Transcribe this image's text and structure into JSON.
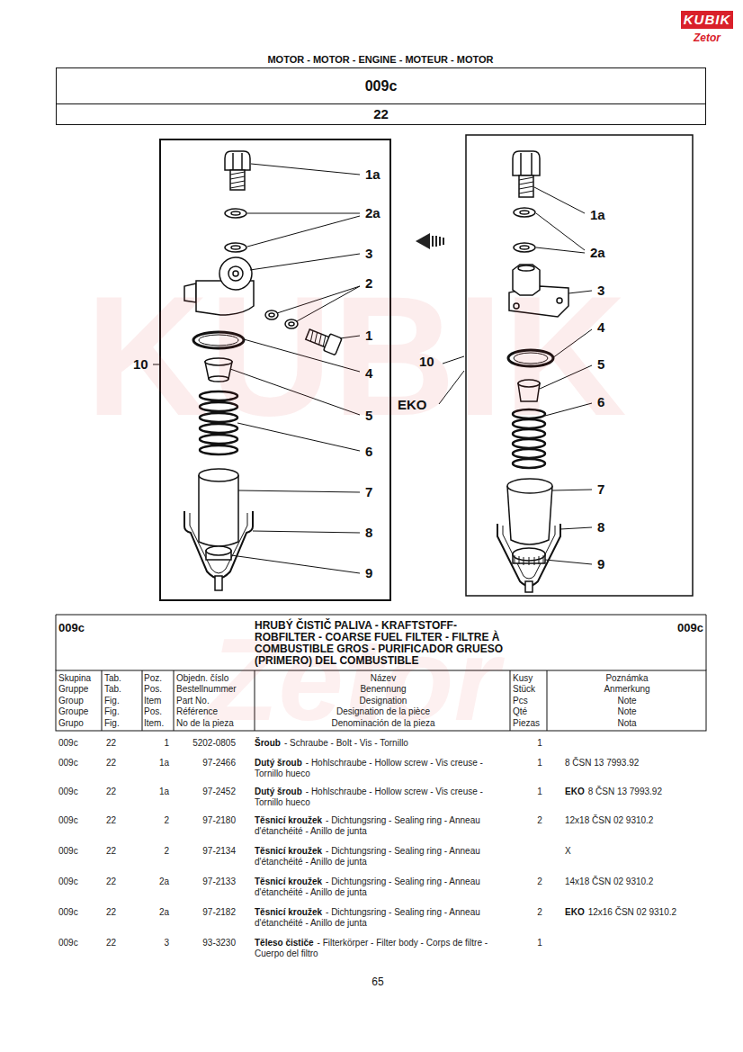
{
  "diagram": {
    "title": "MOTOR - MOTOR - ENGINE - MOTEUR - MOTOR",
    "nodes": [
      {
        "text": [
          "009c"
        ]
      },
      {
        "text": [
          "22"
        ]
      }
    ],
    "labels": [
      "KUBIK",
      "Zetor",
      "KUBIK",
      "Zetor",
      "1a",
      "2a",
      "3",
      "2",
      "1",
      "4",
      "5",
      "6",
      "7",
      "8",
      "9",
      "10",
      "1a",
      "2a",
      "3",
      "4",
      "10",
      "EKO",
      "5",
      "6",
      "7",
      "8",
      "9",
      "009c",
      "HRUBÝ ČISTIČ PALIVA - KRAFTSTOFF- ROBFILTER - COARSE FUEL FILTER - FILTRE À COMBUSTIBLE GROS - PURIFICADOR GRUESO (PRIMERO) DEL COMBUSTIBLE",
      "009c",
      "Skupina",
      "Gruppe",
      "Group",
      "Groupe",
      "Grupo",
      "Tab.",
      "Tab.",
      "Fig.",
      "Fig.",
      "Fig.",
      "Poz.",
      "Pos.",
      "Item",
      "Pos.",
      "Item.",
      "Objedn. číslo",
      "Bestellnummer",
      "Part No.",
      "Référence",
      "No de la pieza",
      "Název",
      "Benennung",
      "Designation",
      "Designation de la pièce",
      "Denominación de la pieza",
      "Kusy",
      "Stück",
      "Pcs",
      "Qté",
      "Piezas",
      "Poznámka",
      "Anmerkung",
      "Note",
      "Note",
      "Nota",
      "009c",
      "22",
      "1",
      "5202-0805",
      "Šroub",
      "- Schraube - Bolt - Vis - Tornillo",
      "1",
      "009c",
      "22",
      "1a",
      "97-2466",
      "Dutý šroub",
      "- Hohlschraube - Hollow screw - Vis creuse - Tornillo hueco",
      "1",
      "8 ČSN 13 7993.92",
      "009c",
      "22",
      "1a",
      "97-2452",
      "Dutý šroub",
      "- Hohlschraube - Hollow screw - Vis creuse - Tornillo hueco",
      "1",
      "EKO",
      "8 ČSN 13 7993.92",
      "009c",
      "22",
      "2",
      "97-2180",
      "Těsnicí kroužek",
      "- Dichtungsring - Sealing ring - Anneau d'étanchéité - Anillo de junta",
      "2",
      "12x18 ČSN 02 9310.2",
      "009c",
      "22",
      "2",
      "97-2134",
      "Těsnicí kroužek",
      "- Dichtungsring - Sealing ring - Anneau d'étanchéité - Anillo de junta",
      "X",
      "009c",
      "22",
      "2a",
      "97-2133",
      "Těsnicí kroužek",
      "- Dichtungsring - Sealing ring - Anneau d'étanchéité - Anillo de junta",
      "2",
      "14x18 ČSN 02 9310.2",
      "009c",
      "22",
      "2a",
      "97-2182",
      "Těsnicí kroužek",
      "- Dichtungsring - Sealing ring - Anneau d'étanchéité - Anillo de junta",
      "2",
      "EKO",
      "12x16 ČSN 02 9310.2",
      "009c",
      "22",
      "3",
      "93-3230",
      "Těleso čističe",
      "- Filterkörper - Filter body - Corps de filtre - Cuerpo del filtro",
      "1",
      "65"
    ]
  }
}
